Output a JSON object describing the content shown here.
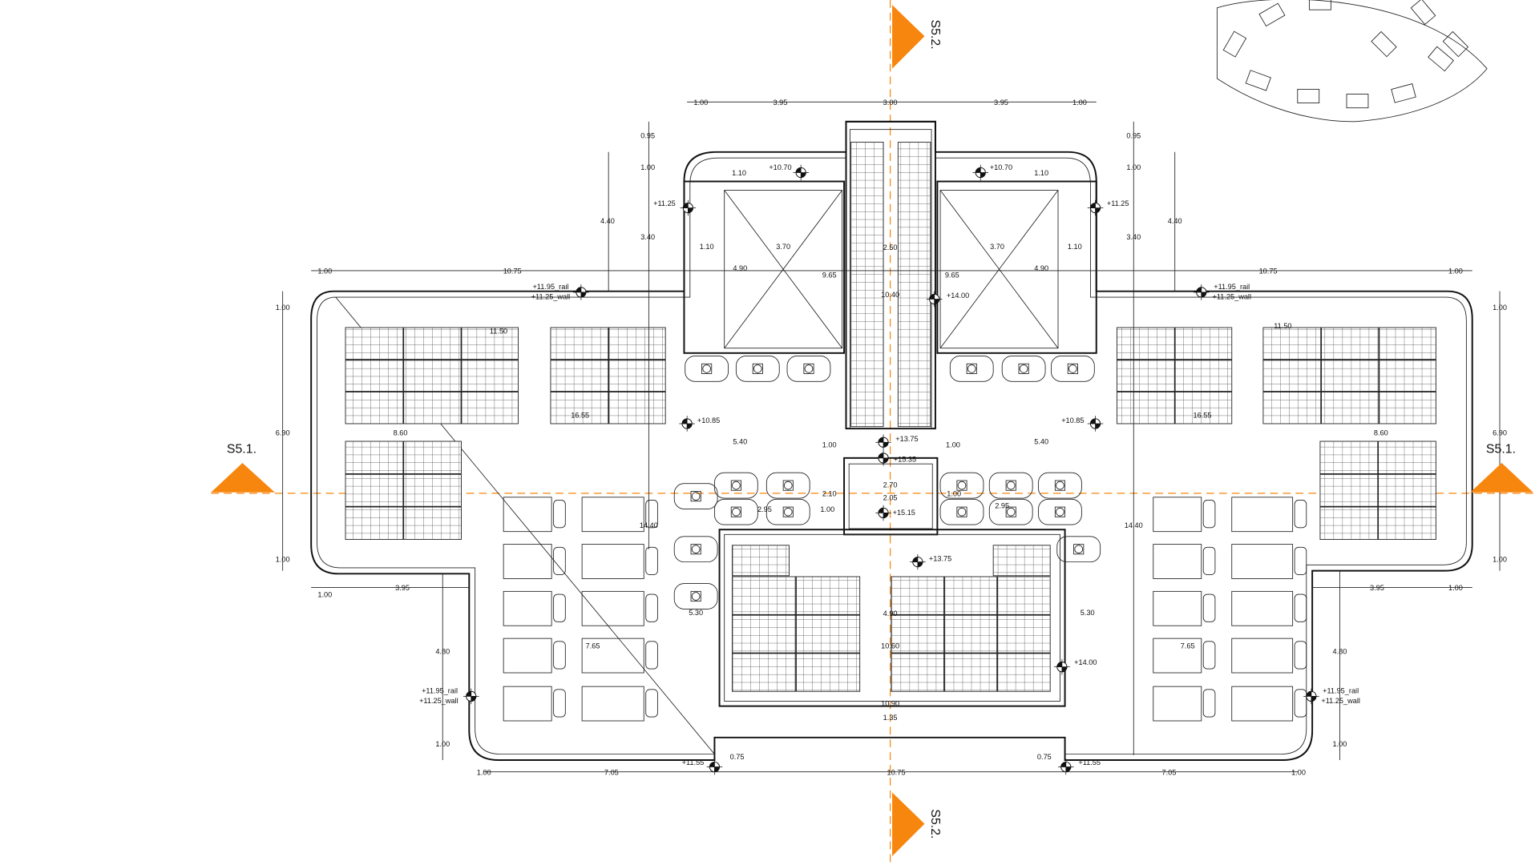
{
  "drawing": {
    "title": "Roof plan",
    "accent_color": "#F7860F",
    "section_labels": {
      "s51_left": "S5.1.",
      "s51_right": "S5.1.",
      "s52_top": "S5.2.",
      "s52_bottom": "S5.2."
    },
    "dimension_labels": [
      "1.00",
      "3.95",
      "3.00",
      "3.95",
      "1.00",
      "0.95",
      "1.00",
      "1.10",
      "+10.70",
      "+10.70",
      "1.10",
      "0.95",
      "1.00",
      "+11.25",
      "+11.25",
      "4.40",
      "3.40",
      "4.40",
      "3.40",
      "1.10",
      "3.70",
      "2.50",
      "3.70",
      "1.10",
      "4.90",
      "9.65",
      "10.40",
      "9.65",
      "4.90",
      "1.00",
      "10.75",
      "10.75",
      "1.00",
      "+11.95_rail",
      "+11.25_wall",
      "+11.95_rail",
      "+11.25_wall",
      "+14.00",
      "1.00",
      "11.50",
      "11.50",
      "1.00",
      "16.55",
      "16.55",
      "+10.85",
      "+10.85",
      "6.90",
      "8.60",
      "5.40",
      "1.00",
      "+13.75",
      "+15.35",
      "1.00",
      "5.40",
      "8.60",
      "6.90",
      "2.10",
      "2.70",
      "2.05",
      "1.00",
      "2.95",
      "+15.15",
      "1.00",
      "2.95",
      "14.40",
      "14.40",
      "1.00",
      "+13.75",
      "1.00",
      "1.00",
      "3.95",
      "3.95",
      "1.00",
      "5.30",
      "4.90",
      "5.30",
      "7.65",
      "10.60",
      "7.65",
      "4.80",
      "4.80",
      "+14.00",
      "+11.95_rail",
      "+11.25_wall",
      "+11.95_rail",
      "+11.25_wall",
      "10.90",
      "1.35",
      "1.00",
      "1.00",
      "0.75",
      "0.75",
      "+11.55",
      "+11.55",
      "1.00",
      "7.05",
      "10.75",
      "7.05",
      "1.00"
    ]
  }
}
